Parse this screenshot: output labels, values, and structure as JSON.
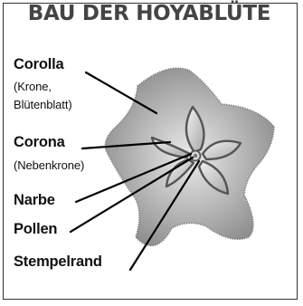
{
  "title": "BAU DER HOYABLÜTE",
  "labels": {
    "corolla": {
      "name": "Corolla",
      "note_line1": "(Krone,",
      "note_line2": "Blütenblatt)"
    },
    "corona": {
      "name": "Corona",
      "note": "(Nebenkrone)"
    },
    "narbe": {
      "name": "Narbe"
    },
    "pollen": {
      "name": "Pollen"
    },
    "stempelrand": {
      "name": "Stempelrand"
    }
  },
  "colors": {
    "corolla_outer": "#8c8c8c",
    "corolla_inner": "#e0e0e0",
    "corona_fill": "#d4d4d4",
    "corona_stroke": "#555555",
    "line": "#000000"
  }
}
